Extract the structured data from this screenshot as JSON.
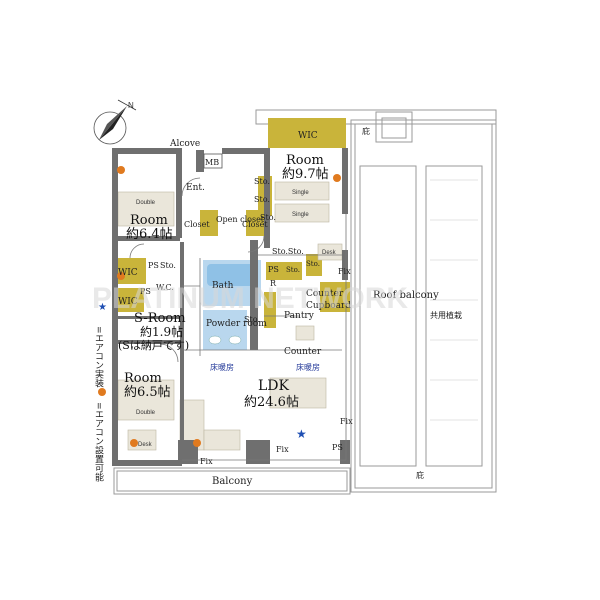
{
  "colors": {
    "wall": "#6f6f6f",
    "closet": "#c9b43a",
    "bath": "#b9d7ee",
    "furniture": "#eae6da",
    "aircon_installed": "#1f4fb3",
    "aircon_possible": "#e07a1f",
    "line": "#9a9a9a"
  },
  "icons": [
    "compass-north-icon",
    "aircon-installed-star-icon",
    "aircon-possible-dot-icon"
  ],
  "watermark": "PLATINUM NETWORK",
  "rooms": {
    "room_97_name": "Room",
    "room_97_size": "約9.7帖",
    "room_64_name": "Room",
    "room_64_size": "約6.4帖",
    "sroom_name": "S-Room",
    "sroom_size": "約1.9帖",
    "sroom_note": "(Sは納戸です)",
    "room_65_name": "Room",
    "room_65_size": "約6.5帖",
    "ldk_name": "LDK",
    "ldk_size": "約24.6帖"
  },
  "labels": {
    "alcove": "Alcove",
    "mb": "MB",
    "ent": "Ent.",
    "wic_top": "WIC",
    "wic_left1": "WIC",
    "wic_left2": "WIC",
    "sto1": "Sto.",
    "sto2": "Sto.",
    "sto3": "Sto.",
    "sto_sto": "Sto.Sto.",
    "sto_a": "Sto.",
    "sto_b": "Sto.",
    "sto_c": "Sto.",
    "sto_bath": "Sto.",
    "ps1": "PS",
    "ps2": "PS",
    "ps3": "PS",
    "ps4": "PS",
    "wc": "W.C.",
    "closet1": "Closet",
    "closet2": "Closet",
    "open_closet": "Open closet",
    "bath": "Bath",
    "powder_room": "Powder room",
    "r": "R",
    "pantry": "Pantry",
    "counter_top": "Counter",
    "cupboard": "Cupboard",
    "counter_bottom": "Counter",
    "fix1": "Fix",
    "fix2": "Fix",
    "fix3": "Fix",
    "fix4": "Fix",
    "desk1": "Desk",
    "desk2": "Desk",
    "double1": "Double",
    "double2": "Double",
    "single1": "Single",
    "single2": "Single",
    "floor_heat1": "床暖房",
    "floor_heat2": "床暖房",
    "roof_balcony": "Roof balcony",
    "shared_planting": "共用植栽",
    "eaves_top": "庇",
    "eaves_bottom": "庇",
    "balcony": "Balcony"
  },
  "legend": {
    "installed": "=エアコン実装",
    "possible": "=エアコン設置可能"
  }
}
